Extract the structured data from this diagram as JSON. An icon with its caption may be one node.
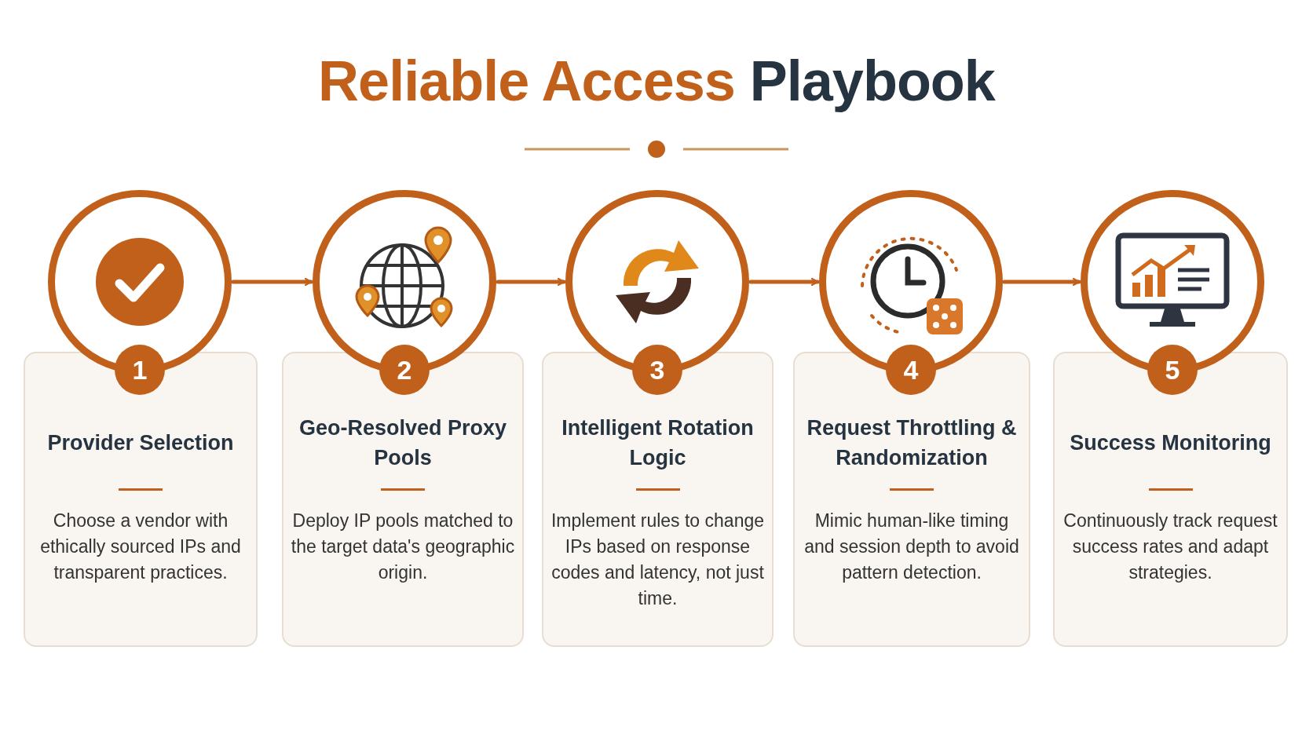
{
  "diagram": {
    "title": "Reliable Access Playbook",
    "nodes": [
      {
        "text": [
          "1"
        ]
      },
      {
        "text": [
          "2"
        ]
      },
      {
        "text": [
          "3"
        ]
      },
      {
        "text": [
          "4"
        ]
      },
      {
        "text": [
          "5"
        ]
      },
      {
        "text": [
          "Provider Selection",
          "Choose a vendor with ethically sourced IPs and transparent practices."
        ]
      },
      {
        "text": [
          "Geo-Resolved Proxy Pools",
          "Deploy IP pools matched to the target data's geographic origin."
        ]
      },
      {
        "text": [
          "Intelligent Rotation Logic",
          "Implement rules to change IPs based on response codes and latency, not just time."
        ]
      },
      {
        "text": [
          "Request Throttling & Randomization",
          "Mimic human-like timing and session depth to avoid pattern detection."
        ]
      },
      {
        "text": [
          "Success Monitoring",
          "Continuously track request success rates and adapt strategies."
        ]
      }
    ],
    "edges": [
      {
        "from": 0,
        "to": 1,
        "arrow": "to"
      },
      {
        "from": 1,
        "to": 2,
        "arrow": "to"
      },
      {
        "from": 2,
        "to": 3,
        "arrow": "to"
      },
      {
        "from": 3,
        "to": 4,
        "arrow": "to"
      }
    ]
  }
}
